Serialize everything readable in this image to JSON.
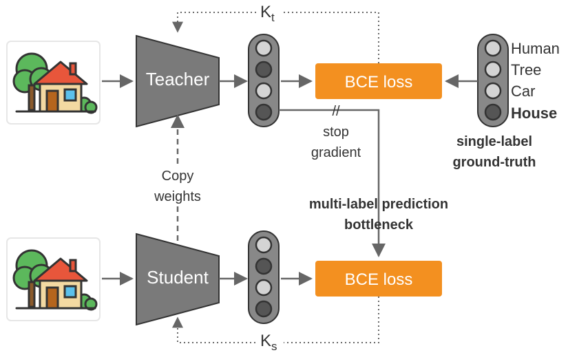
{
  "colors": {
    "network_gray": "#7a7a7a",
    "loss_orange": "#f39020",
    "node_fill_light": "#d4d4d4",
    "node_fill_dark": "#555555",
    "arrow": "#666666",
    "house_green": "#5cb85c",
    "house_roof": "#e8563b",
    "house_wall": "#f3d9a2"
  },
  "teacher": {
    "label": "Teacher",
    "k_label": "K",
    "k_sub": "t"
  },
  "student": {
    "label": "Student",
    "k_label": "K",
    "k_sub": "s"
  },
  "copy_weights": {
    "line1": "Copy",
    "line2": "weights"
  },
  "stop_gradient": {
    "mark": "//",
    "line1": "stop",
    "line2": "gradient"
  },
  "loss": {
    "top": "BCE loss",
    "bottom": "BCE loss"
  },
  "bottleneck": {
    "line1": "multi-label prediction",
    "line2": "bottleneck"
  },
  "ground_truth": {
    "classes": [
      "Human",
      "Tree",
      "Car",
      "House"
    ],
    "active_index": 3,
    "caption_line1": "single-label",
    "caption_line2": "ground-truth"
  },
  "icons": {
    "input_image": "house-with-tree-icon"
  }
}
